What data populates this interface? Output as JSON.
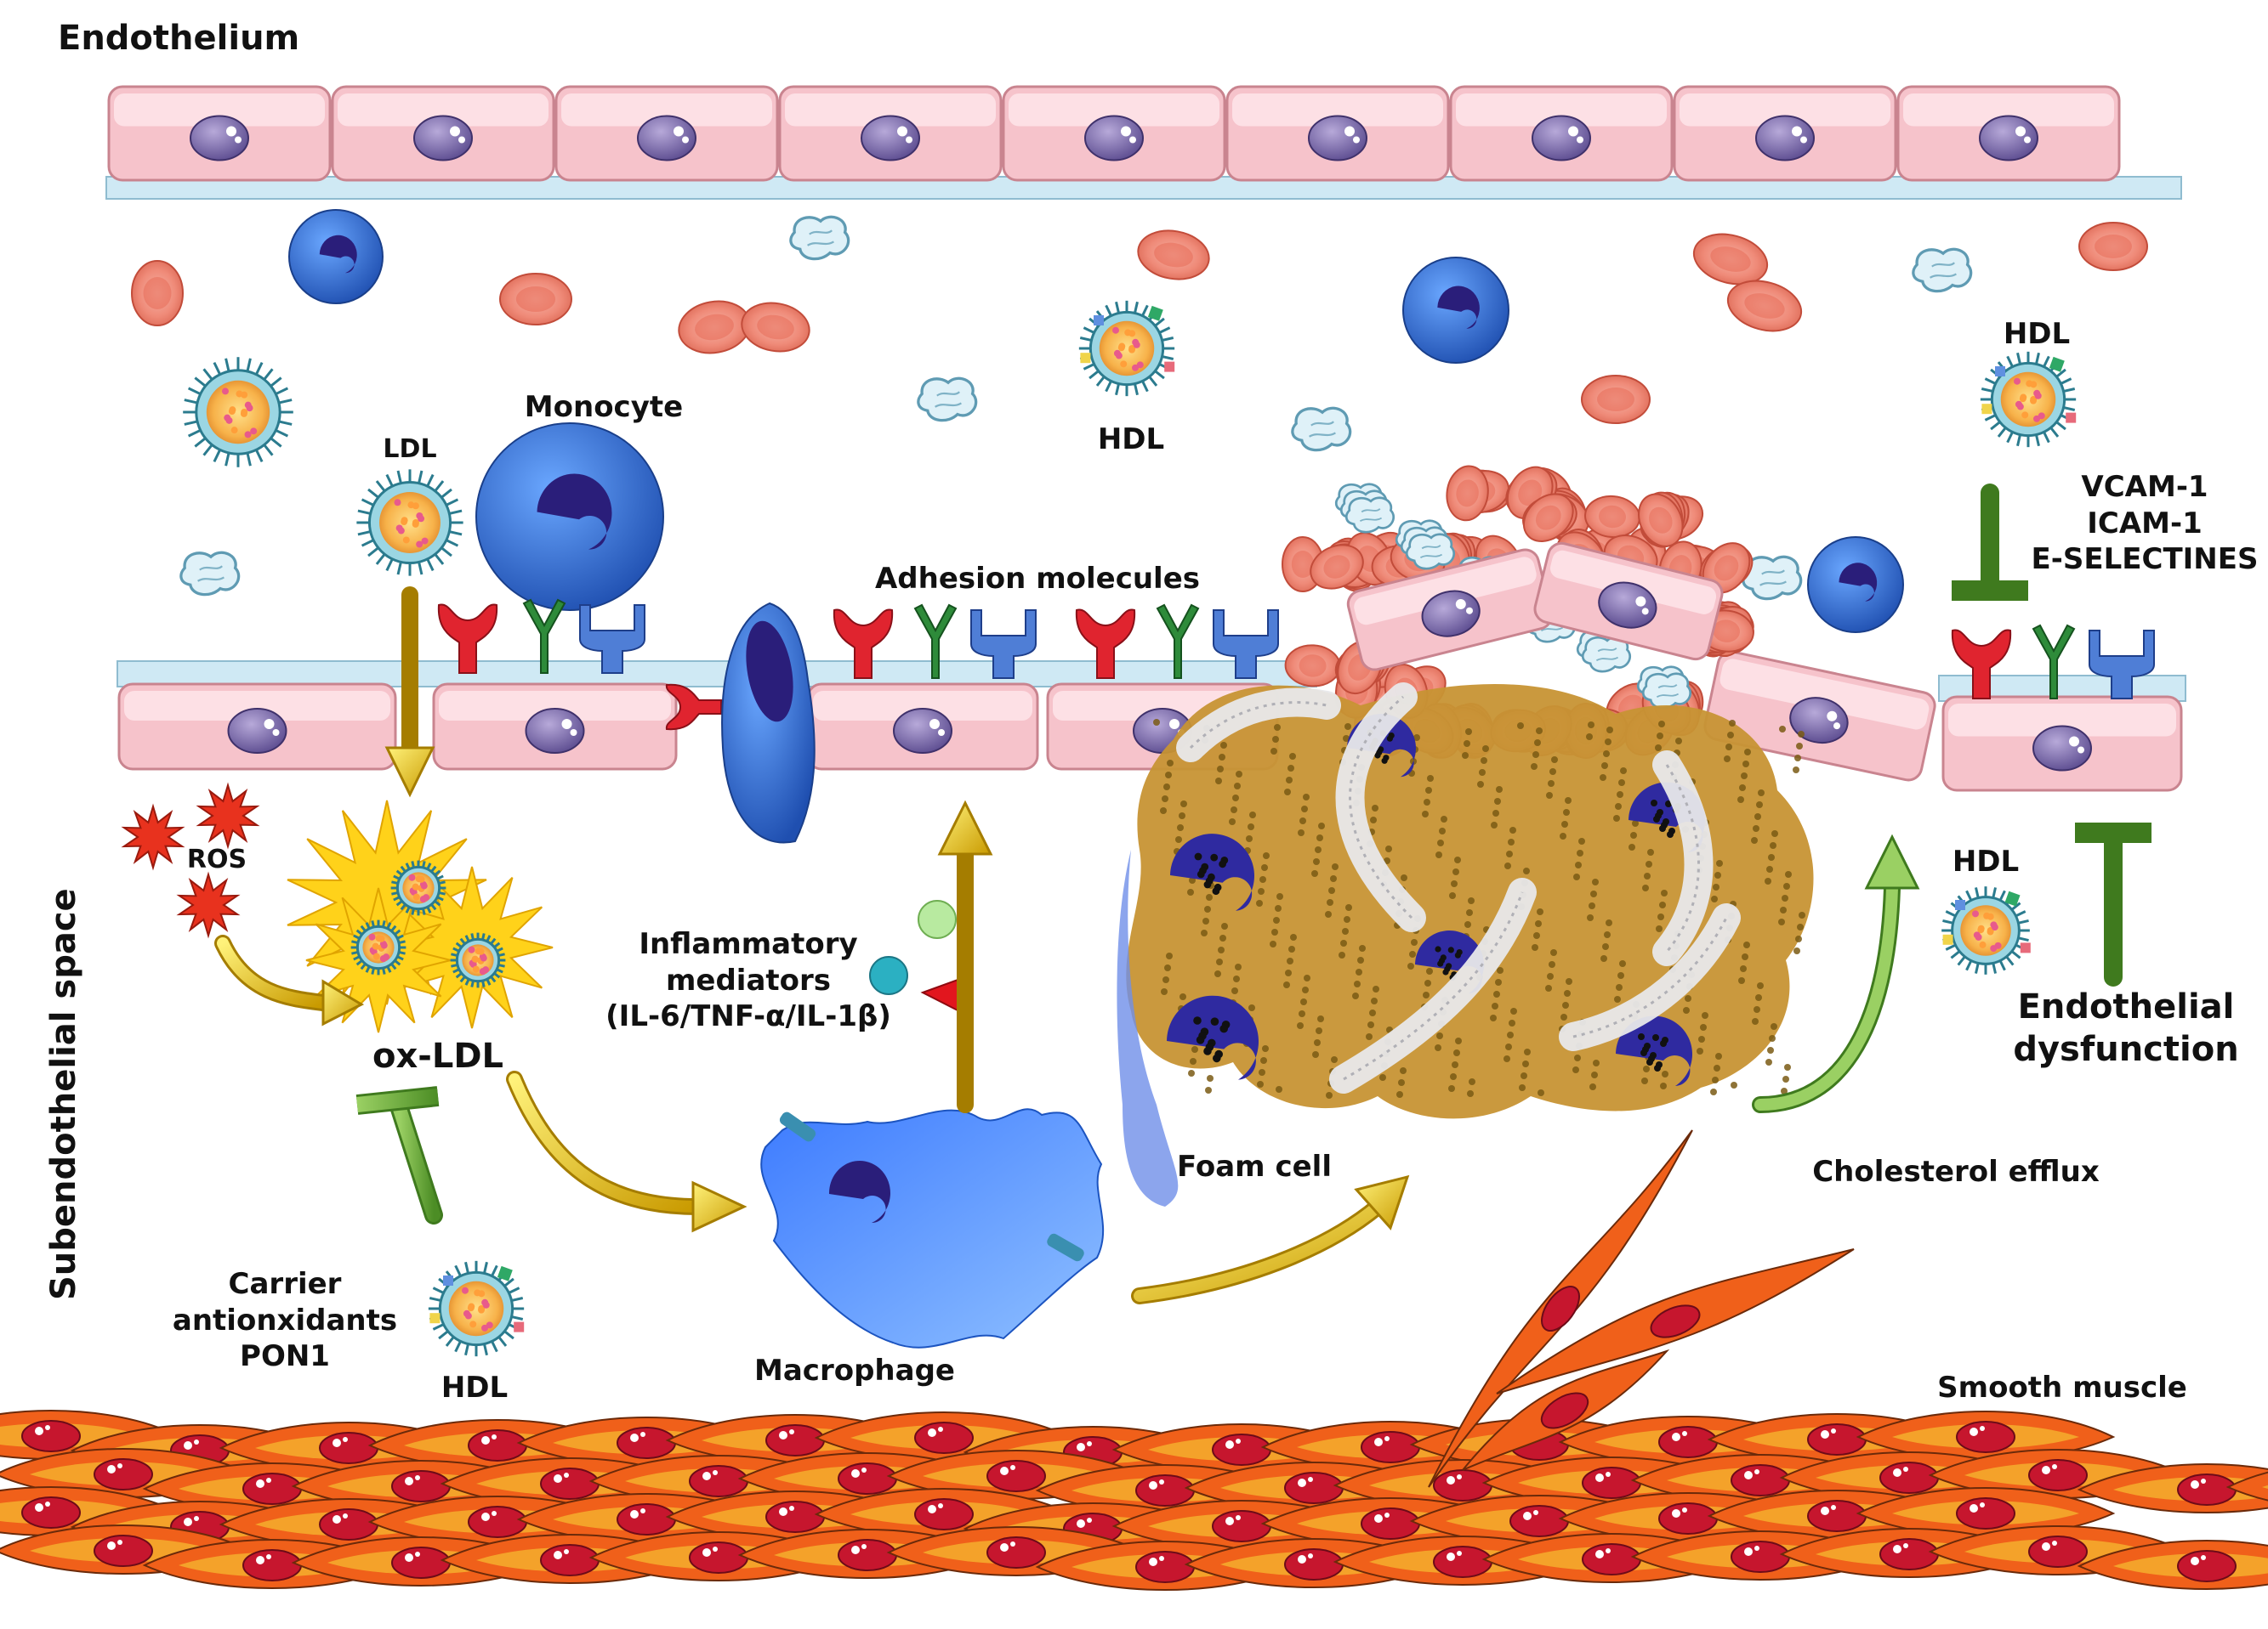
{
  "labels": {
    "endothelium": "Endothelium",
    "subendothelial_space": "Subendothelial space",
    "monocyte": "Monocyte",
    "ldl": "LDL",
    "hdl_lumen": "HDL",
    "hdl_top_right": "HDL",
    "hdl_right": "HDL",
    "hdl_bottom": "HDL",
    "adhesion_molecules": "Adhesion molecules",
    "ros": "ROS",
    "ox_ldl": "ox-LDL",
    "inflammatory_mediators": [
      "Inflammatory",
      "mediators",
      "(IL-6/TNF-α/IL-1β)"
    ],
    "carrier": [
      "Carrier",
      "antionxidants",
      "PON1"
    ],
    "macrophage": "Macrophage",
    "foam_cell": "Foam cell",
    "cholesterol_efflux": "Cholesterol efflux",
    "endothelial_dysfunction": [
      "Endothelial",
      "dysfunction"
    ],
    "adhesion_list": [
      "VCAM-1",
      "ICAM-1",
      "E-SELECTINES"
    ],
    "smooth_muscle": "Smooth muscle"
  },
  "colors": {
    "endothelial_cell": "#f6c3cb",
    "endothelial_edge": "#c9848f",
    "basement": "#cfe9f4",
    "nucleus": "#7d6aa8",
    "rbc": "#ef8a78",
    "monocyte": "#2f6fd0",
    "yellow_arrow": "#f3c800",
    "green_inhibit": "#6cae3b",
    "smooth_muscle": "#f0601a",
    "foam": "#c79434",
    "receptor_red": "#e0242f",
    "receptor_green": "#2e8b3a",
    "receptor_blue": "#4f7ed6"
  }
}
